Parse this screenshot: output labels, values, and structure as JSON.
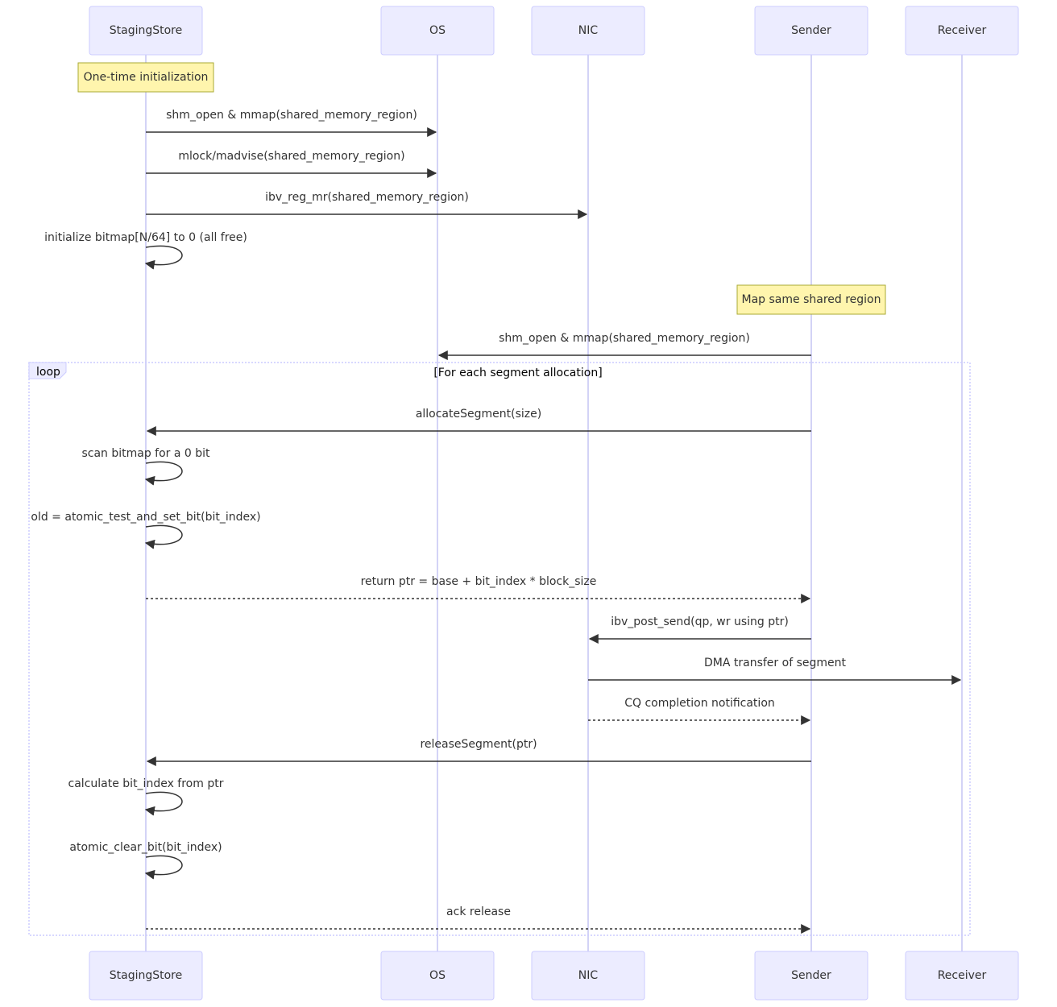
{
  "participants": [
    {
      "id": "staging",
      "label": "StagingStore"
    },
    {
      "id": "os",
      "label": "OS"
    },
    {
      "id": "nic",
      "label": "NIC"
    },
    {
      "id": "sender",
      "label": "Sender"
    },
    {
      "id": "receiver",
      "label": "Receiver"
    }
  ],
  "notes": [
    {
      "over": "staging",
      "text": "One-time initialization"
    },
    {
      "over": "sender",
      "text": "Map same shared region"
    }
  ],
  "loop": {
    "label": "loop",
    "condition": "[For each segment allocation]"
  },
  "messages": [
    {
      "from": "staging",
      "to": "os",
      "text": "shm_open & mmap(shared_memory_region)",
      "style": "solid"
    },
    {
      "from": "staging",
      "to": "os",
      "text": "mlock/madvise(shared_memory_region)",
      "style": "solid"
    },
    {
      "from": "staging",
      "to": "nic",
      "text": "ibv_reg_mr(shared_memory_region)",
      "style": "solid"
    },
    {
      "from": "staging",
      "to": "staging",
      "text": "initialize bitmap[N/64] to 0 (all free)",
      "style": "solid"
    },
    {
      "from": "sender",
      "to": "os",
      "text": "shm_open & mmap(shared_memory_region)",
      "style": "solid"
    },
    {
      "from": "sender",
      "to": "staging",
      "text": "allocateSegment(size)",
      "style": "solid"
    },
    {
      "from": "staging",
      "to": "staging",
      "text": "scan bitmap for a 0 bit",
      "style": "solid"
    },
    {
      "from": "staging",
      "to": "staging",
      "text": "old = atomic_test_and_set_bit(bit_index)",
      "style": "solid"
    },
    {
      "from": "staging",
      "to": "sender",
      "text": "return ptr = base + bit_index * block_size",
      "style": "dotted"
    },
    {
      "from": "sender",
      "to": "nic",
      "text": "ibv_post_send(qp, wr using ptr)",
      "style": "solid"
    },
    {
      "from": "nic",
      "to": "receiver",
      "text": "DMA transfer of segment",
      "style": "solid"
    },
    {
      "from": "nic",
      "to": "sender",
      "text": "CQ completion notification",
      "style": "dotted"
    },
    {
      "from": "sender",
      "to": "staging",
      "text": "releaseSegment(ptr)",
      "style": "solid"
    },
    {
      "from": "staging",
      "to": "staging",
      "text": "calculate bit_index from ptr",
      "style": "solid"
    },
    {
      "from": "staging",
      "to": "staging",
      "text": "atomic_clear_bit(bit_index)",
      "style": "solid"
    },
    {
      "from": "staging",
      "to": "sender",
      "text": "ack release",
      "style": "dotted"
    }
  ]
}
